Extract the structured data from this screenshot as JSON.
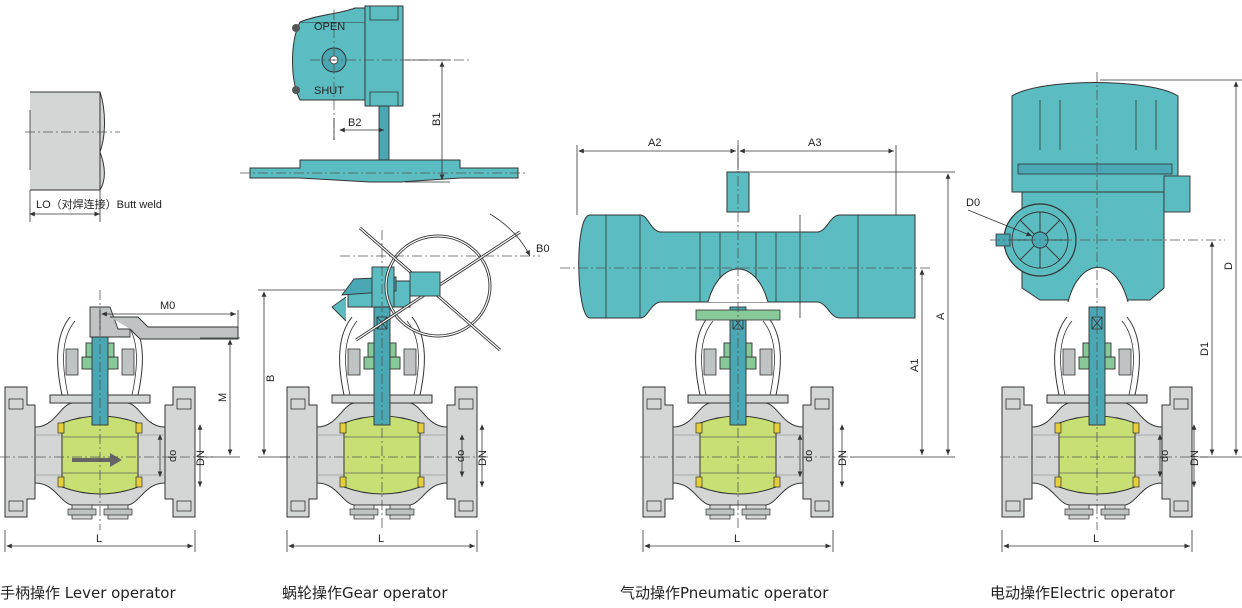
{
  "colors": {
    "body": "#d4d6d6",
    "ball": "#c8df73",
    "seat": "#e6cf3a",
    "actuator": "#5bbcc2",
    "stem": "#4aa7b4",
    "packing": "#88c99a",
    "outline": "#333333"
  },
  "butt_weld": {
    "label": "LO（对焊连接）Butt weld"
  },
  "gear_top": {
    "open_label": "OPEN",
    "shut_label": "SHUT",
    "b2": "B2",
    "b1": "B1"
  },
  "lever": {
    "caption": "手柄操作 Lever operator",
    "m0": "M0",
    "m": "M",
    "do": "do",
    "dn": "DN",
    "l": "L"
  },
  "gear": {
    "caption": "蜗轮操作Gear operator",
    "b0": "B0",
    "b": "B",
    "do": "do",
    "dn": "DN",
    "l": "L"
  },
  "pneumatic": {
    "caption": "气动操作Pneumatic operator",
    "a2": "A2",
    "a3": "A3",
    "a": "A",
    "a1": "A1",
    "do": "do",
    "dn": "DN",
    "l": "L"
  },
  "electric": {
    "caption": "电动操作Electric operator",
    "d0": "D0",
    "d": "D",
    "d1": "D1",
    "do": "do",
    "dn": "DN",
    "l": "L"
  }
}
